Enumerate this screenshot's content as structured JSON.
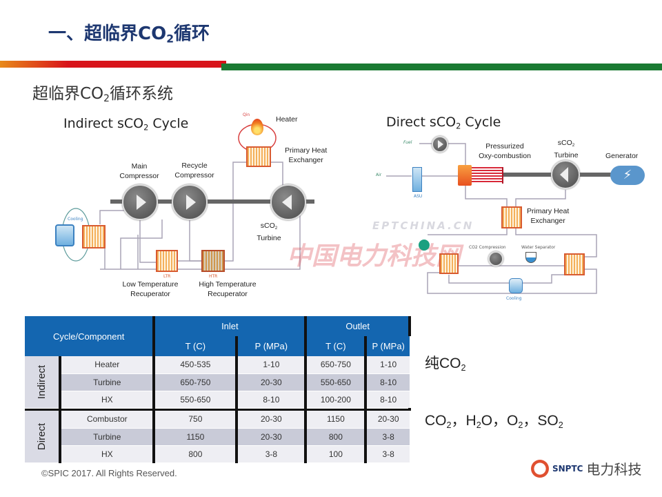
{
  "header": {
    "title_prefix": "一、超临界CO",
    "title_sub": "2",
    "title_suffix": "循环"
  },
  "subtitle": {
    "prefix": "超临界CO",
    "sub": "2",
    "suffix": "循环系统"
  },
  "accent_colors": {
    "navy": "#1d3770",
    "red": "#d8141a",
    "green": "#1a7a32",
    "table_header": "#1466b0"
  },
  "indirect": {
    "title_prefix": "Indirect sCO",
    "title_sub": "2",
    "title_suffix": " Cycle",
    "q_in": "Qin",
    "heater": "Heater",
    "phx": [
      "Primary Heat",
      "Exchanger"
    ],
    "main_compressor": [
      "Main",
      "Compressor"
    ],
    "recycle_compressor": [
      "Recycle",
      "Compressor"
    ],
    "turbine_prefix": "sCO",
    "turbine_sub": "2",
    "turbine_line2": "Turbine",
    "ltr": [
      "Low Temperature",
      "Recuperator"
    ],
    "htr": [
      "High Temperature",
      "Recuperator"
    ],
    "ltr_tag": "LTR",
    "htr_tag": "HTR",
    "cooling": "Cooling"
  },
  "direct": {
    "title_prefix": "Direct sCO",
    "title_sub": "2",
    "title_suffix": " Cycle",
    "fuel": "Fuel",
    "air": "Air",
    "asu": "ASU",
    "combustion": [
      "Pressurized",
      "Oxy-combustion"
    ],
    "turbine_prefix": "sCO",
    "turbine_sub": "2",
    "turbine_line2": "Turbine",
    "generator": "Generator",
    "phx": [
      "Primary Heat",
      "Exchanger"
    ],
    "co2_compression": "CO2 Compression",
    "water_separator": "Water Separator",
    "cooling": "Cooling"
  },
  "watermark": {
    "url": "EPTCHINA.CN",
    "name": "中国电力科技网"
  },
  "table": {
    "header": {
      "cycle_component": "Cycle/Component",
      "inlet": "Inlet",
      "outlet": "Outlet",
      "t": "T (C)",
      "p": "P (MPa)"
    },
    "groups": [
      {
        "name": "Indirect",
        "rows": [
          {
            "component": "Heater",
            "in_t": "450-535",
            "in_p": "1-10",
            "out_t": "650-750",
            "out_p": "1-10"
          },
          {
            "component": "Turbine",
            "in_t": "650-750",
            "in_p": "20-30",
            "out_t": "550-650",
            "out_p": "8-10"
          },
          {
            "component": "HX",
            "in_t": "550-650",
            "in_p": "8-10",
            "out_t": "100-200",
            "out_p": "8-10"
          }
        ]
      },
      {
        "name": "Direct",
        "rows": [
          {
            "component": "Combustor",
            "in_t": "750",
            "in_p": "20-30",
            "out_t": "1150",
            "out_p": "20-30"
          },
          {
            "component": "Turbine",
            "in_t": "1150",
            "in_p": "20-30",
            "out_t": "800",
            "out_p": "3-8"
          },
          {
            "component": "HX",
            "in_t": "800",
            "in_p": "3-8",
            "out_t": "100",
            "out_p": "3-8"
          }
        ]
      }
    ]
  },
  "notes": {
    "indirect_fluid": {
      "a": "纯CO",
      "a_sub": "2"
    },
    "direct_fluid": {
      "co": "CO",
      "co_sub": "2",
      "sep1": "，H",
      "h_sub": "2",
      "o": "O，O",
      "o_sub": "2",
      "so": "，SO",
      "so_sub": "2"
    }
  },
  "footer": "©SPIC 2017. All Rights Reserved.",
  "logo": {
    "text": "电力科技",
    "brand": "SNPTC"
  }
}
